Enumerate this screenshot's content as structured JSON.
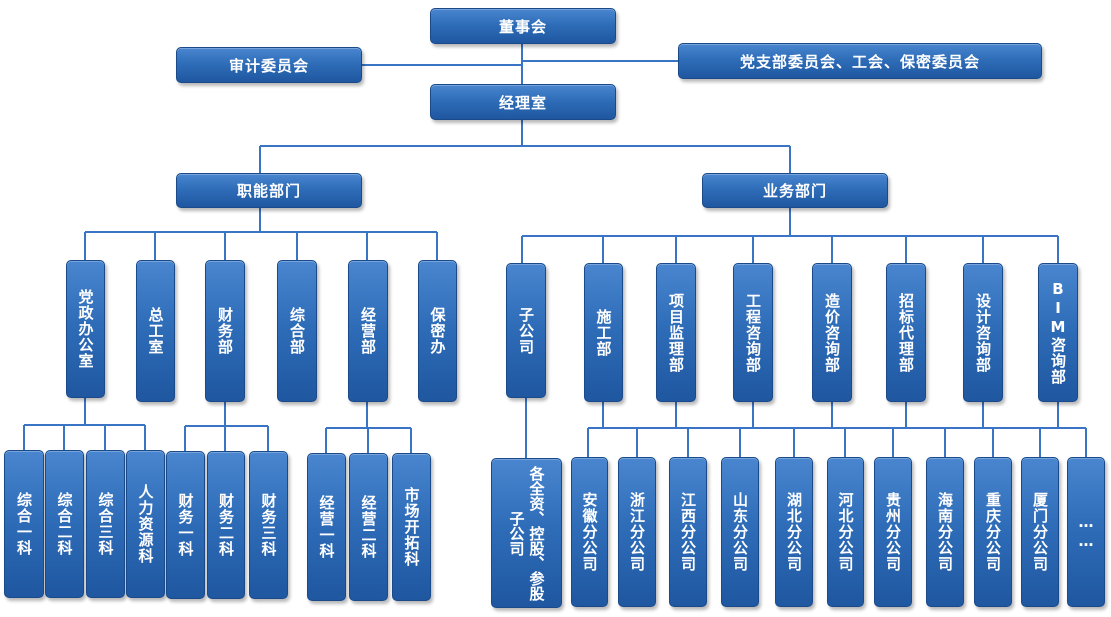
{
  "top": {
    "board": "董事会",
    "audit": "审计委员会",
    "party": "党支部委员会、工会、保密委员会",
    "manager": "经理室"
  },
  "functional": {
    "title": "职能部门",
    "depts": [
      "党政办公室",
      "总工室",
      "财务部",
      "综合部",
      "经营部",
      "保密办"
    ],
    "office_subs": [
      "综合一科",
      "综合二科",
      "综合三科",
      "人力资源科"
    ],
    "finance_subs": [
      "财务一科",
      "财务二科",
      "财务三科"
    ],
    "business_subs": [
      "经营一科",
      "经营二科",
      "市场开拓科"
    ]
  },
  "business": {
    "title": "业务部门",
    "depts": [
      "子公司",
      "施工部",
      "项目监理部",
      "工程咨询部",
      "造价咨询部",
      "招标代理部",
      "设计咨询部",
      "BIM咨询部"
    ],
    "subsidiary": "各全资、控股、参股子公司",
    "branches": [
      "安徽分公司",
      "浙江分公司",
      "江西分公司",
      "山东分公司",
      "湖北分公司",
      "河北分公司",
      "贵州分公司",
      "海南分公司",
      "重庆分公司",
      "厦门分公司",
      "……"
    ]
  },
  "colors": {
    "box": "#2f6db9",
    "line": "#3a74c4"
  }
}
